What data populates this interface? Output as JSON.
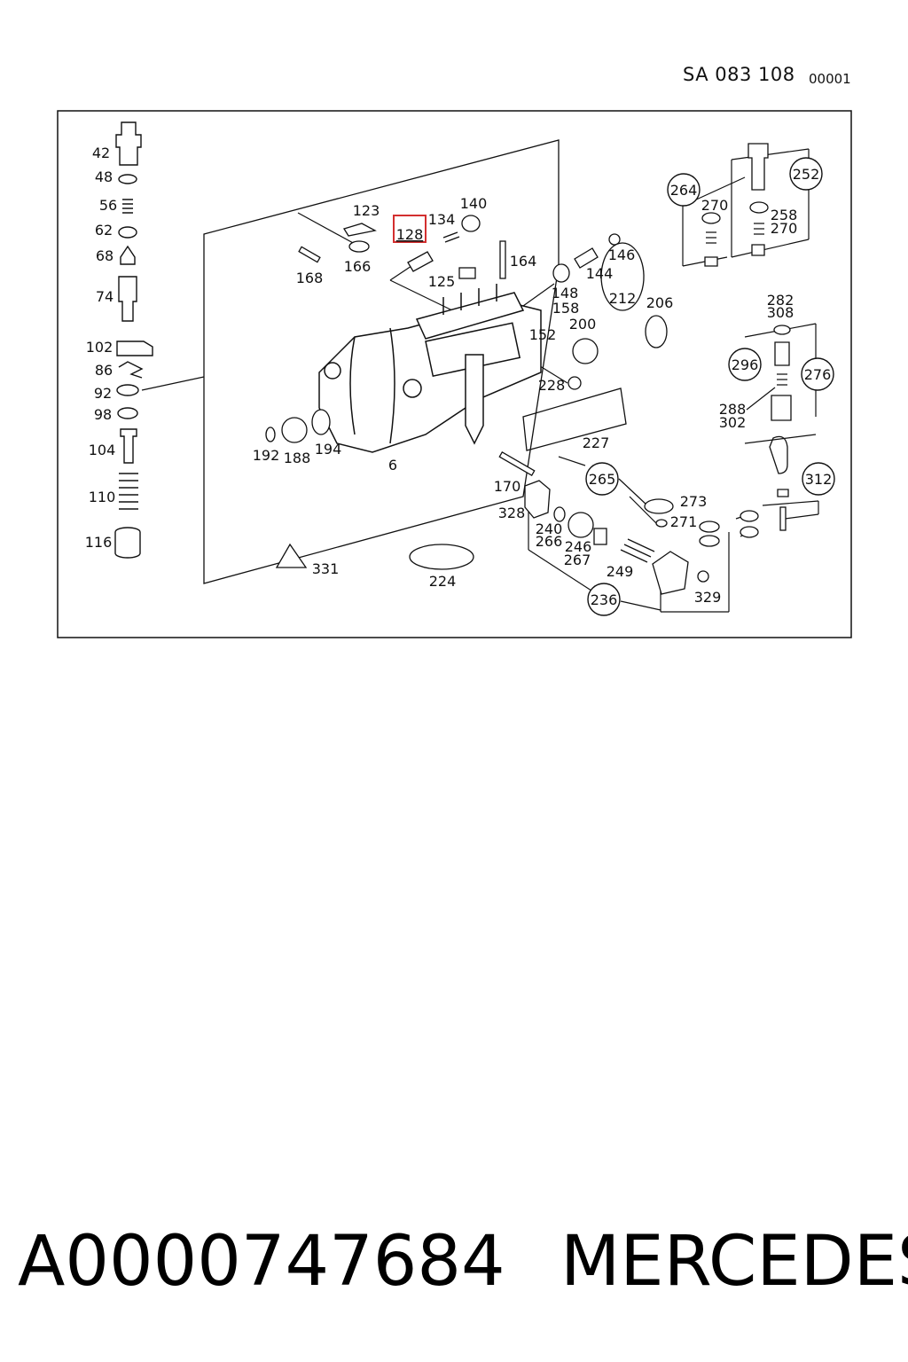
{
  "header": {
    "drawing_code": "SA 083 108",
    "sheet_number": "00001"
  },
  "diagram": {
    "highlight_color": "#d32f2f",
    "highlighted_part": "128",
    "labels": [
      {
        "text": "42"
      },
      {
        "text": "48"
      },
      {
        "text": "56"
      },
      {
        "text": "62"
      },
      {
        "text": "68"
      },
      {
        "text": "74"
      },
      {
        "text": "102"
      },
      {
        "text": "86"
      },
      {
        "text": "92"
      },
      {
        "text": "98"
      },
      {
        "text": "104"
      },
      {
        "text": "110"
      },
      {
        "text": "116"
      },
      {
        "text": "123"
      },
      {
        "text": "128"
      },
      {
        "text": "134"
      },
      {
        "text": "140"
      },
      {
        "text": "166"
      },
      {
        "text": "168"
      },
      {
        "text": "164"
      },
      {
        "text": "125"
      },
      {
        "text": "146"
      },
      {
        "text": "144"
      },
      {
        "text": "148"
      },
      {
        "text": "158"
      },
      {
        "text": "212"
      },
      {
        "text": "206"
      },
      {
        "text": "152"
      },
      {
        "text": "200"
      },
      {
        "text": "228"
      },
      {
        "text": "227"
      },
      {
        "text": "192"
      },
      {
        "text": "188"
      },
      {
        "text": "194"
      },
      {
        "text": "6"
      },
      {
        "text": "170"
      },
      {
        "text": "328"
      },
      {
        "text": "240"
      },
      {
        "text": "266"
      },
      {
        "text": "246"
      },
      {
        "text": "267"
      },
      {
        "text": "249"
      },
      {
        "text": "273"
      },
      {
        "text": "271"
      },
      {
        "text": "329"
      },
      {
        "text": "224"
      },
      {
        "text": "331"
      },
      {
        "text": "270"
      },
      {
        "text": "258"
      },
      {
        "text": "270"
      },
      {
        "text": "282"
      },
      {
        "text": "308"
      },
      {
        "text": "288"
      },
      {
        "text": "302"
      }
    ],
    "circled_labels": [
      {
        "text": "264"
      },
      {
        "text": "252"
      },
      {
        "text": "296"
      },
      {
        "text": "276"
      },
      {
        "text": "312"
      },
      {
        "text": "265"
      },
      {
        "text": "236"
      }
    ]
  },
  "footer": {
    "part_number": "A0000747684",
    "brand": "MERCEDES"
  }
}
